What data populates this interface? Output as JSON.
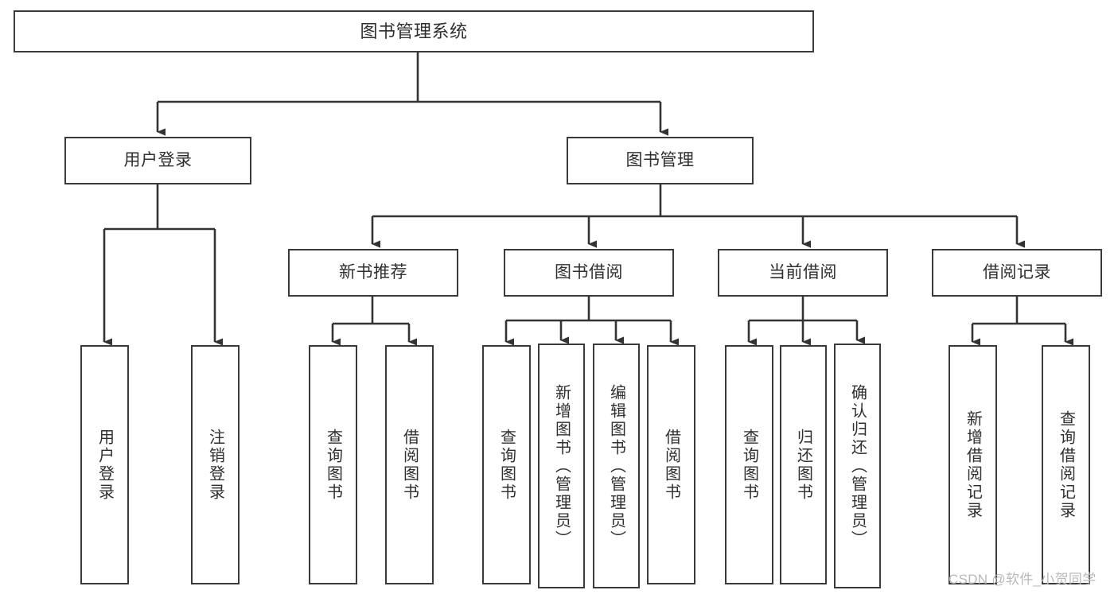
{
  "diagram": {
    "type": "hierarchy-tree",
    "title": "图书管理系统",
    "orientation": "top-down",
    "colors": {
      "box_stroke": "#3a3a3a",
      "box_fill": "#ffffff",
      "connector": "#333333",
      "text": "#2f2f2f",
      "watermark": "#b9b9b9"
    },
    "nodes": {
      "root": {
        "label": "图书管理系统",
        "level": 1
      },
      "level2": [
        {
          "id": "user-login",
          "label": "用户登录"
        },
        {
          "id": "book-management",
          "label": "图书管理"
        }
      ],
      "level3": [
        {
          "id": "new-book-recommend",
          "label": "新书推荐",
          "parent": "book-management"
        },
        {
          "id": "book-borrow",
          "label": "图书借阅",
          "parent": "book-management"
        },
        {
          "id": "current-borrow",
          "label": "当前借阅",
          "parent": "book-management"
        },
        {
          "id": "borrow-record",
          "label": "借阅记录",
          "parent": "book-management"
        }
      ],
      "leaves": {
        "user-login": [
          {
            "id": "leaf-user-login",
            "label": "用户登录"
          },
          {
            "id": "leaf-user-logout",
            "label": "注销登录"
          }
        ],
        "new-book-recommend": [
          {
            "id": "leaf-query-book-1",
            "label": "查询图书"
          },
          {
            "id": "leaf-borrow-book-1",
            "label": "借阅图书"
          }
        ],
        "book-borrow": [
          {
            "id": "leaf-query-book-2",
            "label": "查询图书"
          },
          {
            "id": "leaf-add-book",
            "label": "新增图书（管理员）"
          },
          {
            "id": "leaf-edit-book",
            "label": "编辑图书（管理员）"
          },
          {
            "id": "leaf-borrow-book-2",
            "label": "借阅图书"
          }
        ],
        "current-borrow": [
          {
            "id": "leaf-query-book-3",
            "label": "查询图书"
          },
          {
            "id": "leaf-return-book",
            "label": "归还图书"
          },
          {
            "id": "leaf-confirm-return",
            "label": "确认归还（管理员）"
          }
        ],
        "borrow-record": [
          {
            "id": "leaf-add-record",
            "label": "新增借阅记录"
          },
          {
            "id": "leaf-query-record",
            "label": "查询借阅记录"
          }
        ]
      }
    },
    "watermark": "CSDN @软件_小贺同学"
  }
}
